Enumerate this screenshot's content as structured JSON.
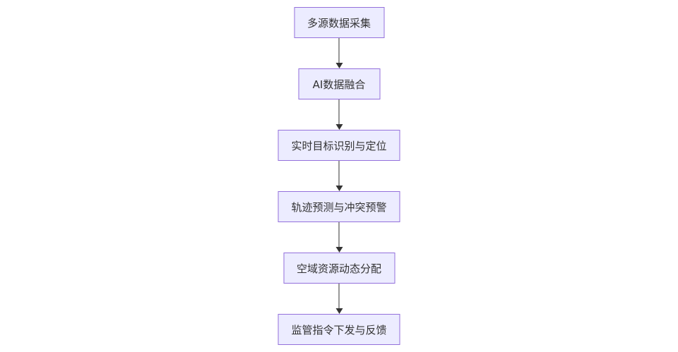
{
  "diagram": {
    "type": "flowchart",
    "direction": "top-down",
    "background_color": "#ffffff",
    "node_fill_color": "#ECECFF",
    "node_border_color": "#9370DB",
    "node_text_color": "#333333",
    "arrow_color": "#333333",
    "nodes": [
      {
        "label": "多源数据采集"
      },
      {
        "label": "AI数据融合"
      },
      {
        "label": "实时目标识别与定位"
      },
      {
        "label": "轨迹预测与冲突预警"
      },
      {
        "label": "空域资源动态分配"
      },
      {
        "label": "监管指令下发与反馈"
      }
    ],
    "edges": [
      {
        "from": 0,
        "to": 1
      },
      {
        "from": 1,
        "to": 2
      },
      {
        "from": 2,
        "to": 3
      },
      {
        "from": 3,
        "to": 4
      },
      {
        "from": 4,
        "to": 5
      }
    ]
  }
}
